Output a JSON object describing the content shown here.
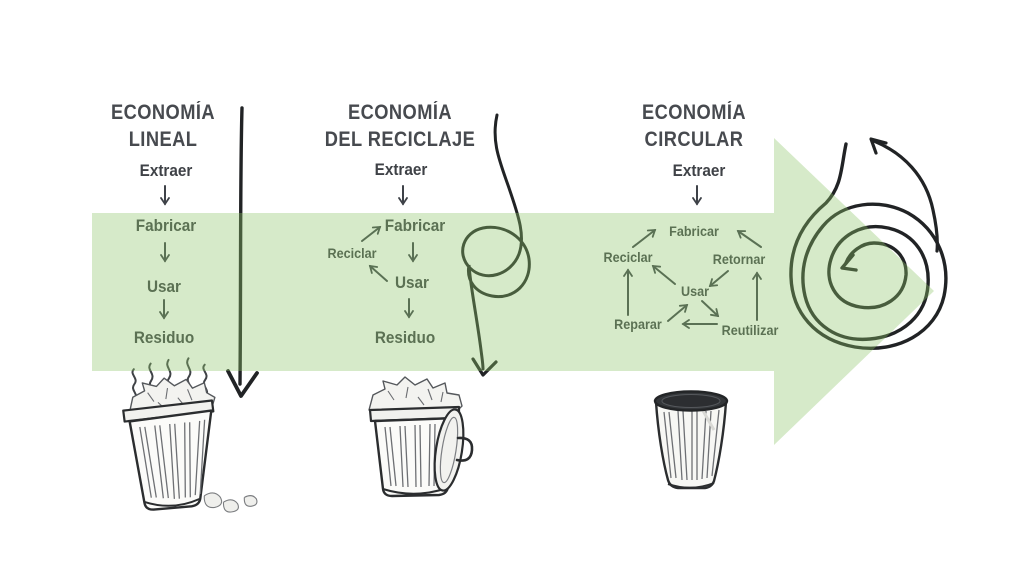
{
  "figure_title": "Linear vs recycling vs circular economy diagram",
  "panels": [
    {
      "id": "lineal",
      "title_line1": "ECONOMÍA",
      "title_line2": "LINEAL",
      "steps": [
        "Extraer",
        "Fabricar",
        "Usar",
        "Residuo"
      ]
    },
    {
      "id": "reciclaje",
      "title_line1": "ECONOMÍA",
      "title_line2": "DEL RECICLAJE",
      "steps": [
        "Extraer",
        "Fabricar",
        "Usar",
        "Residuo"
      ],
      "loop_label": "Reciclar"
    },
    {
      "id": "circular",
      "title_line1": "ECONOMÍA",
      "title_line2": "CIRCULAR",
      "nodes": {
        "extraer": "Extraer",
        "fabricar": "Fabricar",
        "reciclar": "Reciclar",
        "retornar": "Retornar",
        "usar": "Usar",
        "reparar": "Reparar",
        "reutilizar": "Reutilizar"
      }
    }
  ],
  "colors": {
    "background": "#ffffff",
    "green_overlay": "#8dc669",
    "pale_green_result": "#d9ecc5",
    "ink": "#1d1f21",
    "title_text": "#474a4f",
    "step_text": "#3f4247"
  }
}
